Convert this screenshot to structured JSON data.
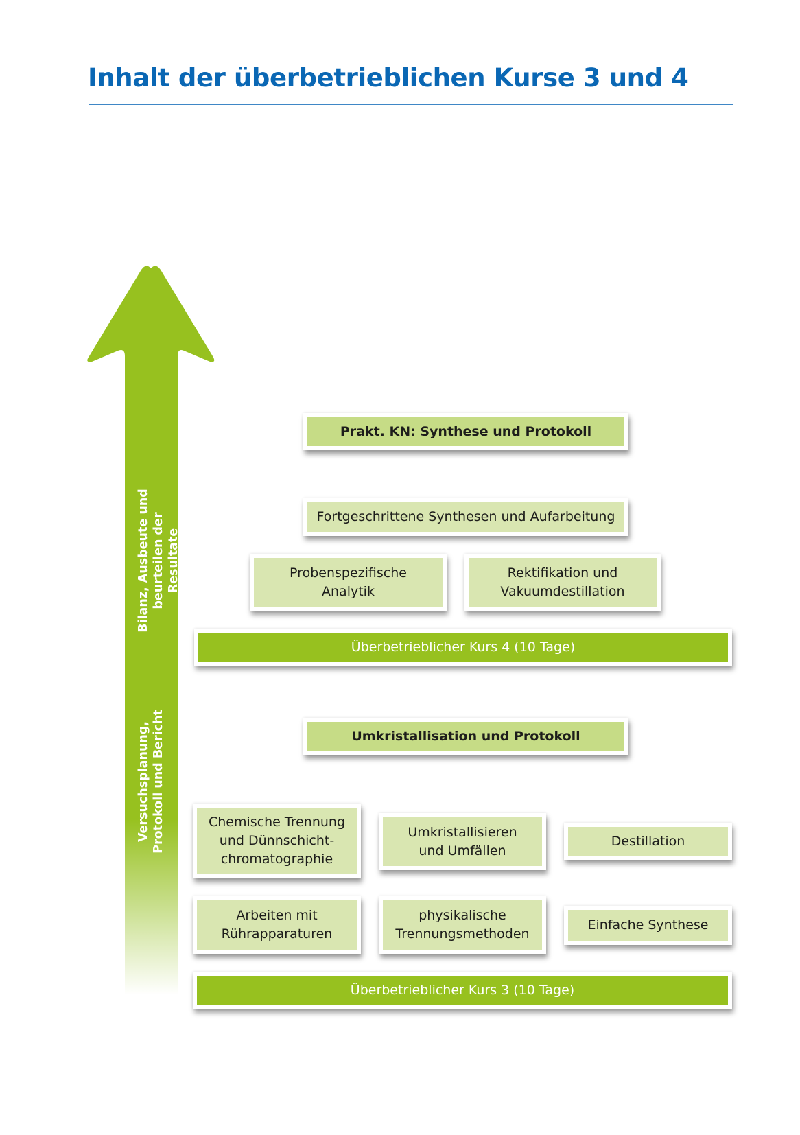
{
  "header": {
    "title": "Inhalt der überbetrieblichen Kurse 3 und 4"
  },
  "colors": {
    "title_blue": "#0a67b4",
    "accent_green": "#97c11f",
    "box_medium_green": "#c6dc86",
    "box_light_green": "#d9e6b1"
  },
  "arrow": {
    "icon": "up-arrow-icon",
    "label_upper": "Bilanz, Ausbeute und\nbeurteilen der Resultate",
    "label_lower": "Versuchsplanung,\nProtokoll und Bericht"
  },
  "kurs4": {
    "exam": "Prakt. KN: Synthese und Protokoll",
    "advanced": "Fortgeschrittene Synthesen und Aufarbeitung",
    "topics": [
      "Probenspezifische\nAnalytik",
      "Rektifikation und\nVakuumdestillation"
    ],
    "foundation": "Überbetrieblicher Kurs 4 (10 Tage)"
  },
  "kurs3": {
    "exam": "Umkristallisation und Protokoll",
    "topics_upper": [
      "Chemische Trennung\nund Dünnschicht-\nchromatographie",
      "Umkristallisieren\nund Umfällen",
      "Destillation"
    ],
    "topics_lower": [
      "Arbeiten mit\nRührapparaturen",
      "physikalische\nTrennungsmethoden",
      "Einfache Synthese"
    ],
    "foundation": "Überbetrieblicher Kurs 3 (10 Tage)"
  }
}
